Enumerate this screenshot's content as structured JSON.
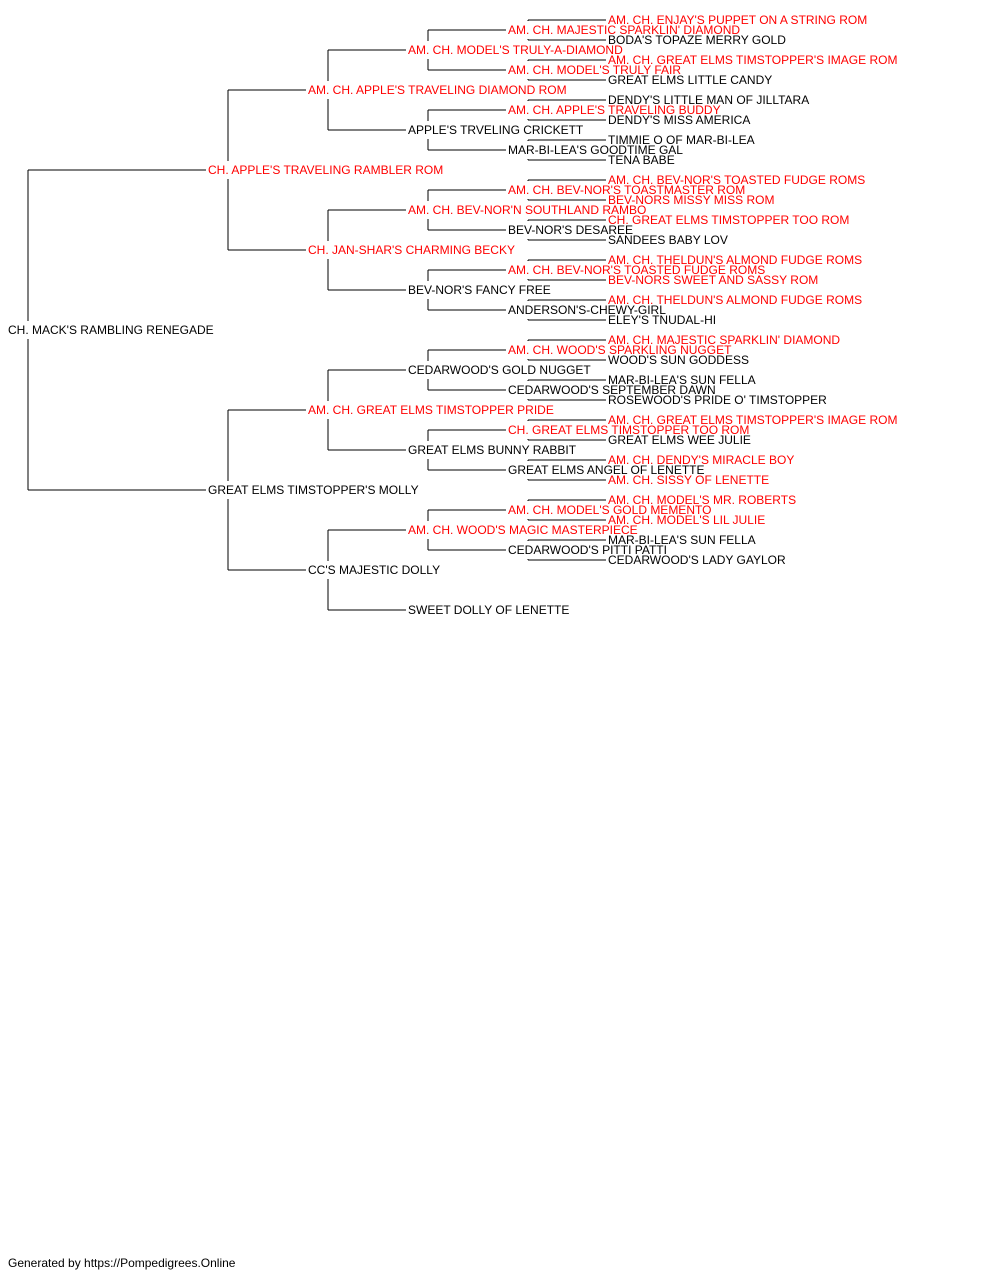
{
  "colors": {
    "champion": "#ff0000",
    "normal": "#000000",
    "line": "#000000"
  },
  "subject": {
    "name": "CH. MACK'S RAMBLING RENEGADE",
    "champion": false
  },
  "sire": {
    "name": "CH. APPLE'S TRAVELING RAMBLER ROM",
    "champion": true
  },
  "dam": {
    "name": "GREAT ELMS TIMSTOPPER'S MOLLY",
    "champion": false
  },
  "grandparents": [
    {
      "name": "AM. CH. APPLE'S TRAVELING DIAMOND ROM",
      "champion": true
    },
    {
      "name": "CH. JAN-SHAR'S CHARMING BECKY",
      "champion": true
    },
    {
      "name": "AM. CH. GREAT ELMS TIMSTOPPER PRIDE",
      "champion": true
    },
    {
      "name": "CC'S MAJESTIC DOLLY",
      "champion": false
    }
  ],
  "great_grandparents": [
    {
      "name": "AM. CH. MODEL'S TRULY-A-DIAMOND",
      "champion": true
    },
    {
      "name": "APPLE'S TRVELING CRICKETT",
      "champion": false
    },
    {
      "name": "AM. CH. BEV-NOR'N SOUTHLAND RAMBO",
      "champion": true
    },
    {
      "name": "BEV-NOR'S FANCY FREE",
      "champion": false
    },
    {
      "name": "CEDARWOOD'S GOLD NUGGET",
      "champion": false
    },
    {
      "name": "GREAT ELMS BUNNY RABBIT",
      "champion": false
    },
    {
      "name": "AM. CH. WOOD'S MAGIC MASTERPIECE",
      "champion": true
    },
    {
      "name": "SWEET DOLLY OF LENETTE",
      "champion": false
    }
  ],
  "gen4": [
    {
      "name": "AM. CH. MAJESTIC SPARKLIN' DIAMOND",
      "champion": true
    },
    {
      "name": "AM. CH. MODEL'S TRULY FAIR",
      "champion": true
    },
    {
      "name": "AM. CH. APPLE'S TRAVELING BUDDY",
      "champion": true
    },
    {
      "name": "MAR-BI-LEA'S GOODTIME GAL",
      "champion": false
    },
    {
      "name": "AM. CH. BEV-NOR'S TOASTMASTER ROM",
      "champion": true
    },
    {
      "name": "BEV-NOR'S DESAREE",
      "champion": false
    },
    {
      "name": "AM. CH. BEV-NOR'S TOASTED FUDGE ROMS",
      "champion": true
    },
    {
      "name": "ANDERSON'S-CHEWY-GIRL",
      "champion": false
    },
    {
      "name": "AM. CH. WOOD'S SPARKLING NUGGET",
      "champion": true
    },
    {
      "name": "CEDARWOOD'S SEPTEMBER DAWN",
      "champion": false
    },
    {
      "name": "CH. GREAT ELMS TIMSTOPPER TOO ROM",
      "champion": true
    },
    {
      "name": "GREAT ELMS ANGEL OF LENETTE",
      "champion": false
    },
    {
      "name": "AM. CH. MODEL'S GOLD MEMENTO",
      "champion": true
    },
    {
      "name": "CEDARWOOD'S PITTI PATTI",
      "champion": false
    },
    null,
    null
  ],
  "gen5": [
    {
      "name": "AM. CH. ENJAY'S PUPPET ON A STRING ROM",
      "champion": true
    },
    {
      "name": "BODA'S TOPAZE MERRY GOLD",
      "champion": false
    },
    {
      "name": "AM. CH. GREAT ELMS TIMSTOPPER'S IMAGE ROM",
      "champion": true
    },
    {
      "name": "GREAT ELMS LITTLE CANDY",
      "champion": false
    },
    {
      "name": "DENDY'S LITTLE MAN OF JILLTARA",
      "champion": false
    },
    {
      "name": "DENDY'S MISS AMERICA",
      "champion": false
    },
    {
      "name": "TIMMIE O OF MAR-BI-LEA",
      "champion": false
    },
    {
      "name": "TENA BABE",
      "champion": false
    },
    {
      "name": "AM. CH. BEV-NOR'S TOASTED FUDGE ROMS",
      "champion": true
    },
    {
      "name": "BEV-NORS MISSY MISS ROM",
      "champion": true
    },
    {
      "name": "CH. GREAT ELMS TIMSTOPPER TOO ROM",
      "champion": true
    },
    {
      "name": "SANDEES BABY LOV",
      "champion": false
    },
    {
      "name": "AM. CH. THELDUN'S ALMOND FUDGE ROMS",
      "champion": true
    },
    {
      "name": "BEV-NORS SWEET AND SASSY ROM",
      "champion": true
    },
    {
      "name": "AM. CH. THELDUN'S ALMOND FUDGE ROMS",
      "champion": true
    },
    {
      "name": "ELEY'S TNUDAL-HI",
      "champion": false
    },
    {
      "name": "AM. CH. MAJESTIC SPARKLIN' DIAMOND",
      "champion": true
    },
    {
      "name": "WOOD'S SUN GODDESS",
      "champion": false
    },
    {
      "name": "MAR-BI-LEA'S SUN FELLA",
      "champion": false
    },
    {
      "name": "ROSEWOOD'S PRIDE O' TIMSTOPPER",
      "champion": false
    },
    {
      "name": "AM. CH. GREAT ELMS TIMSTOPPER'S IMAGE ROM",
      "champion": true
    },
    {
      "name": "GREAT ELMS WEE JULIE",
      "champion": false
    },
    {
      "name": "AM. CH. DENDY'S MIRACLE BOY",
      "champion": true
    },
    {
      "name": "AM. CH. SISSY OF LENETTE",
      "champion": true
    },
    {
      "name": "AM. CH. MODEL'S MR. ROBERTS",
      "champion": true
    },
    {
      "name": "AM. CH. MODEL'S LIL JULIE",
      "champion": true
    },
    {
      "name": "MAR-BI-LEA'S SUN FELLA",
      "champion": false
    },
    {
      "name": "CEDARWOOD'S LADY GAYLOR",
      "champion": false
    },
    null,
    null,
    null,
    null
  ],
  "footer": "Generated by https://Pompedigrees.Online"
}
